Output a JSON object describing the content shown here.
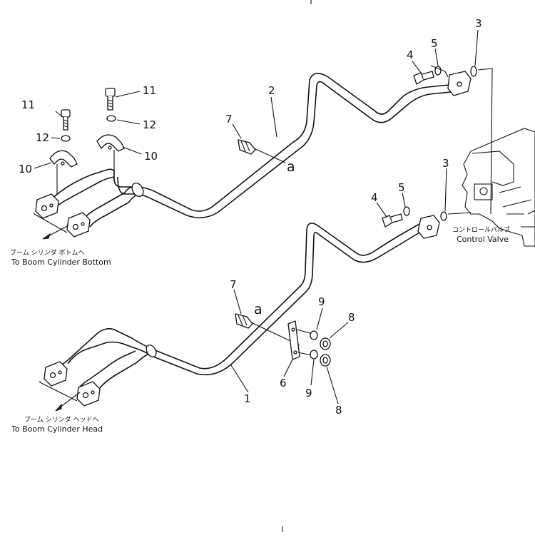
{
  "callouts": {
    "c1": "1",
    "c2": "2",
    "c3a": "3",
    "c3b": "3",
    "c4a": "4",
    "c4b": "4",
    "c5a": "5",
    "c5b": "5",
    "c6": "6",
    "c7a": "7",
    "c7b": "7",
    "c8a": "8",
    "c8b": "8",
    "c9a": "9",
    "c9b": "9",
    "c10a": "10",
    "c10b": "10",
    "c11a": "11",
    "c11b": "11",
    "c12a": "12",
    "c12b": "12",
    "ref_a_top": "a",
    "ref_a_bottom": "a"
  },
  "labels": {
    "bottom_jp": "ブーム シリンダ ボトムへ",
    "bottom_en": "To Boom Cylinder Bottom",
    "head_jp": "ブーム シリンダ ヘッドへ",
    "head_en": "To Boom Cylinder Head",
    "valve_jp": "コントロールバルブ",
    "valve_en": "Control Valve"
  }
}
